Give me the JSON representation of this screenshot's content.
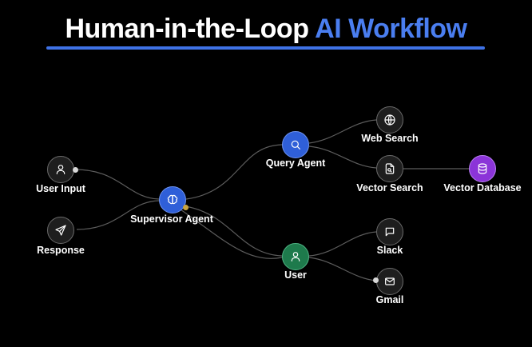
{
  "title": {
    "main": "Human-in-the-Loop",
    "accent": "AI Workflow"
  },
  "nodes": {
    "user_input": {
      "label": "User Input",
      "icon": "user-icon"
    },
    "response": {
      "label": "Response",
      "icon": "send-icon"
    },
    "supervisor": {
      "label": "Supervisor Agent",
      "icon": "brain-icon"
    },
    "query_agent": {
      "label": "Query Agent",
      "icon": "search-icon"
    },
    "web_search": {
      "label": "Web Search",
      "icon": "globe-icon"
    },
    "vector_search": {
      "label": "Vector Search",
      "icon": "file-search-icon"
    },
    "vector_db": {
      "label": "Vector Database",
      "icon": "database-icon"
    },
    "user": {
      "label": "User",
      "icon": "user-icon"
    },
    "slack": {
      "label": "Slack",
      "icon": "message-icon"
    },
    "gmail": {
      "label": "Gmail",
      "icon": "mail-icon"
    }
  },
  "colors": {
    "background": "#000000",
    "accent": "#4a7ef0",
    "agent": "#2f5fd8",
    "human": "#1e7a4c",
    "database": "#8b34d8"
  }
}
